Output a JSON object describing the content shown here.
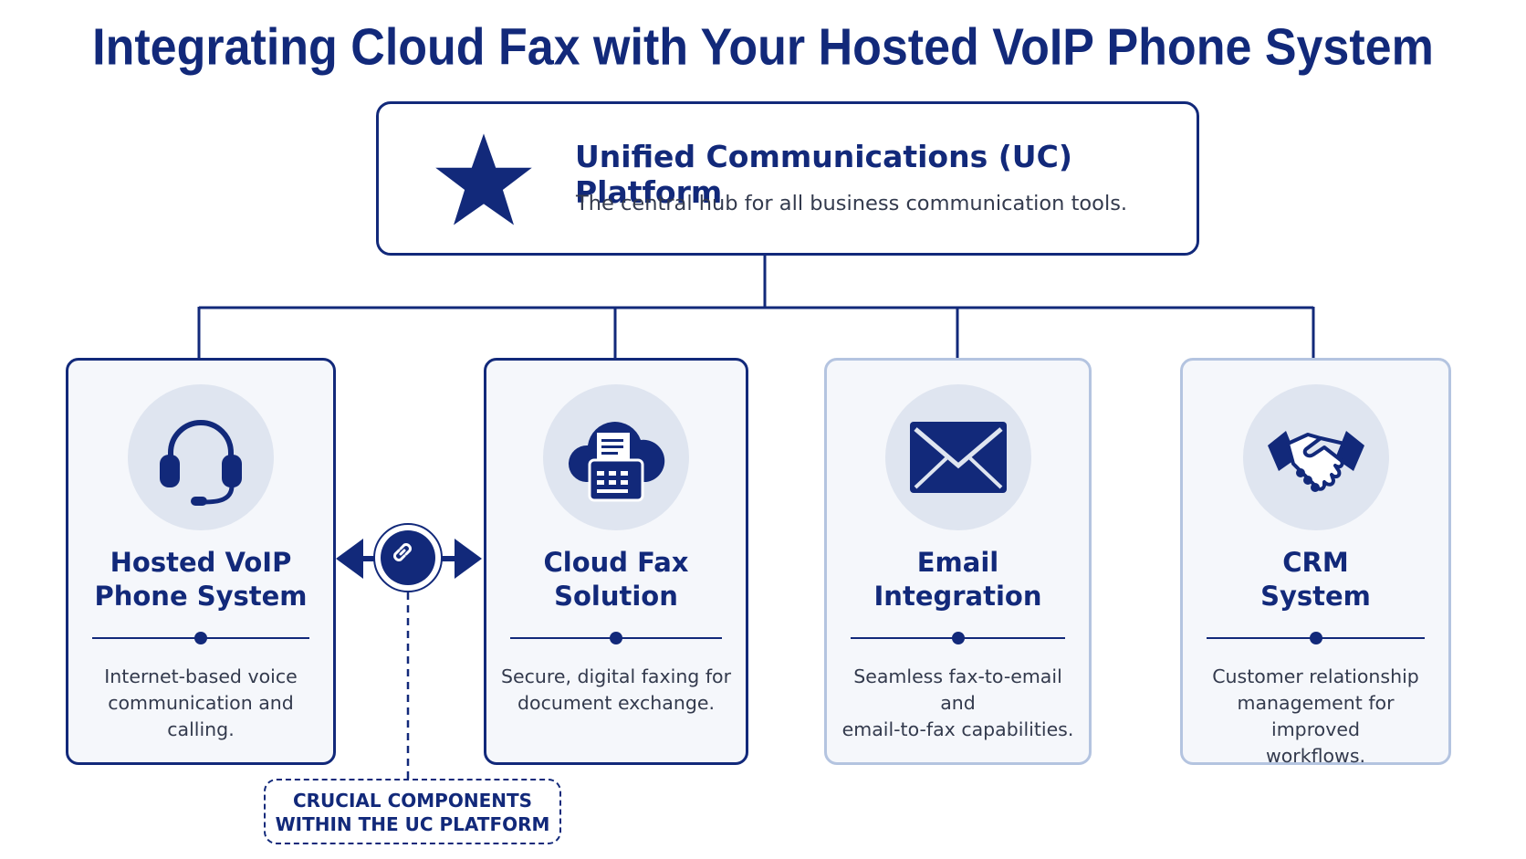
{
  "title": "Integrating Cloud Fax with Your Hosted VoIP Phone System",
  "hub": {
    "icon": "star-icon",
    "title": "Unified Communications (UC) Platform",
    "description": "The central hub for all business communication tools."
  },
  "components": [
    {
      "icon": "headset-icon",
      "name_line1": "Hosted VoIP",
      "name_line2": "Phone System",
      "desc_line1": "Internet-based voice",
      "desc_line2": "communication and calling.",
      "desc_line3": ""
    },
    {
      "icon": "cloud-fax-icon",
      "name_line1": "Cloud Fax",
      "name_line2": "Solution",
      "desc_line1": "Secure, digital faxing for",
      "desc_line2": "document exchange.",
      "desc_line3": ""
    },
    {
      "icon": "envelope-icon",
      "name_line1": "Email",
      "name_line2": "Integration",
      "desc_line1": "Seamless fax-to-email and",
      "desc_line2": "email-to-fax capabilities.",
      "desc_line3": ""
    },
    {
      "icon": "handshake-icon",
      "name_line1": "CRM",
      "name_line2": "System",
      "desc_line1": "Customer relationship",
      "desc_line2": "management for improved",
      "desc_line3": "workflows."
    }
  ],
  "link_icon": "chain-link-icon",
  "callout": {
    "line1": "CRUCIAL COMPONENTS",
    "line2": "WITHIN THE UC PLATFORM"
  },
  "colors": {
    "primary": "#12297a",
    "soft_border": "#b4c4e0",
    "icon_circle": "#dfe5f0",
    "card_bg": "#f5f7fb"
  }
}
